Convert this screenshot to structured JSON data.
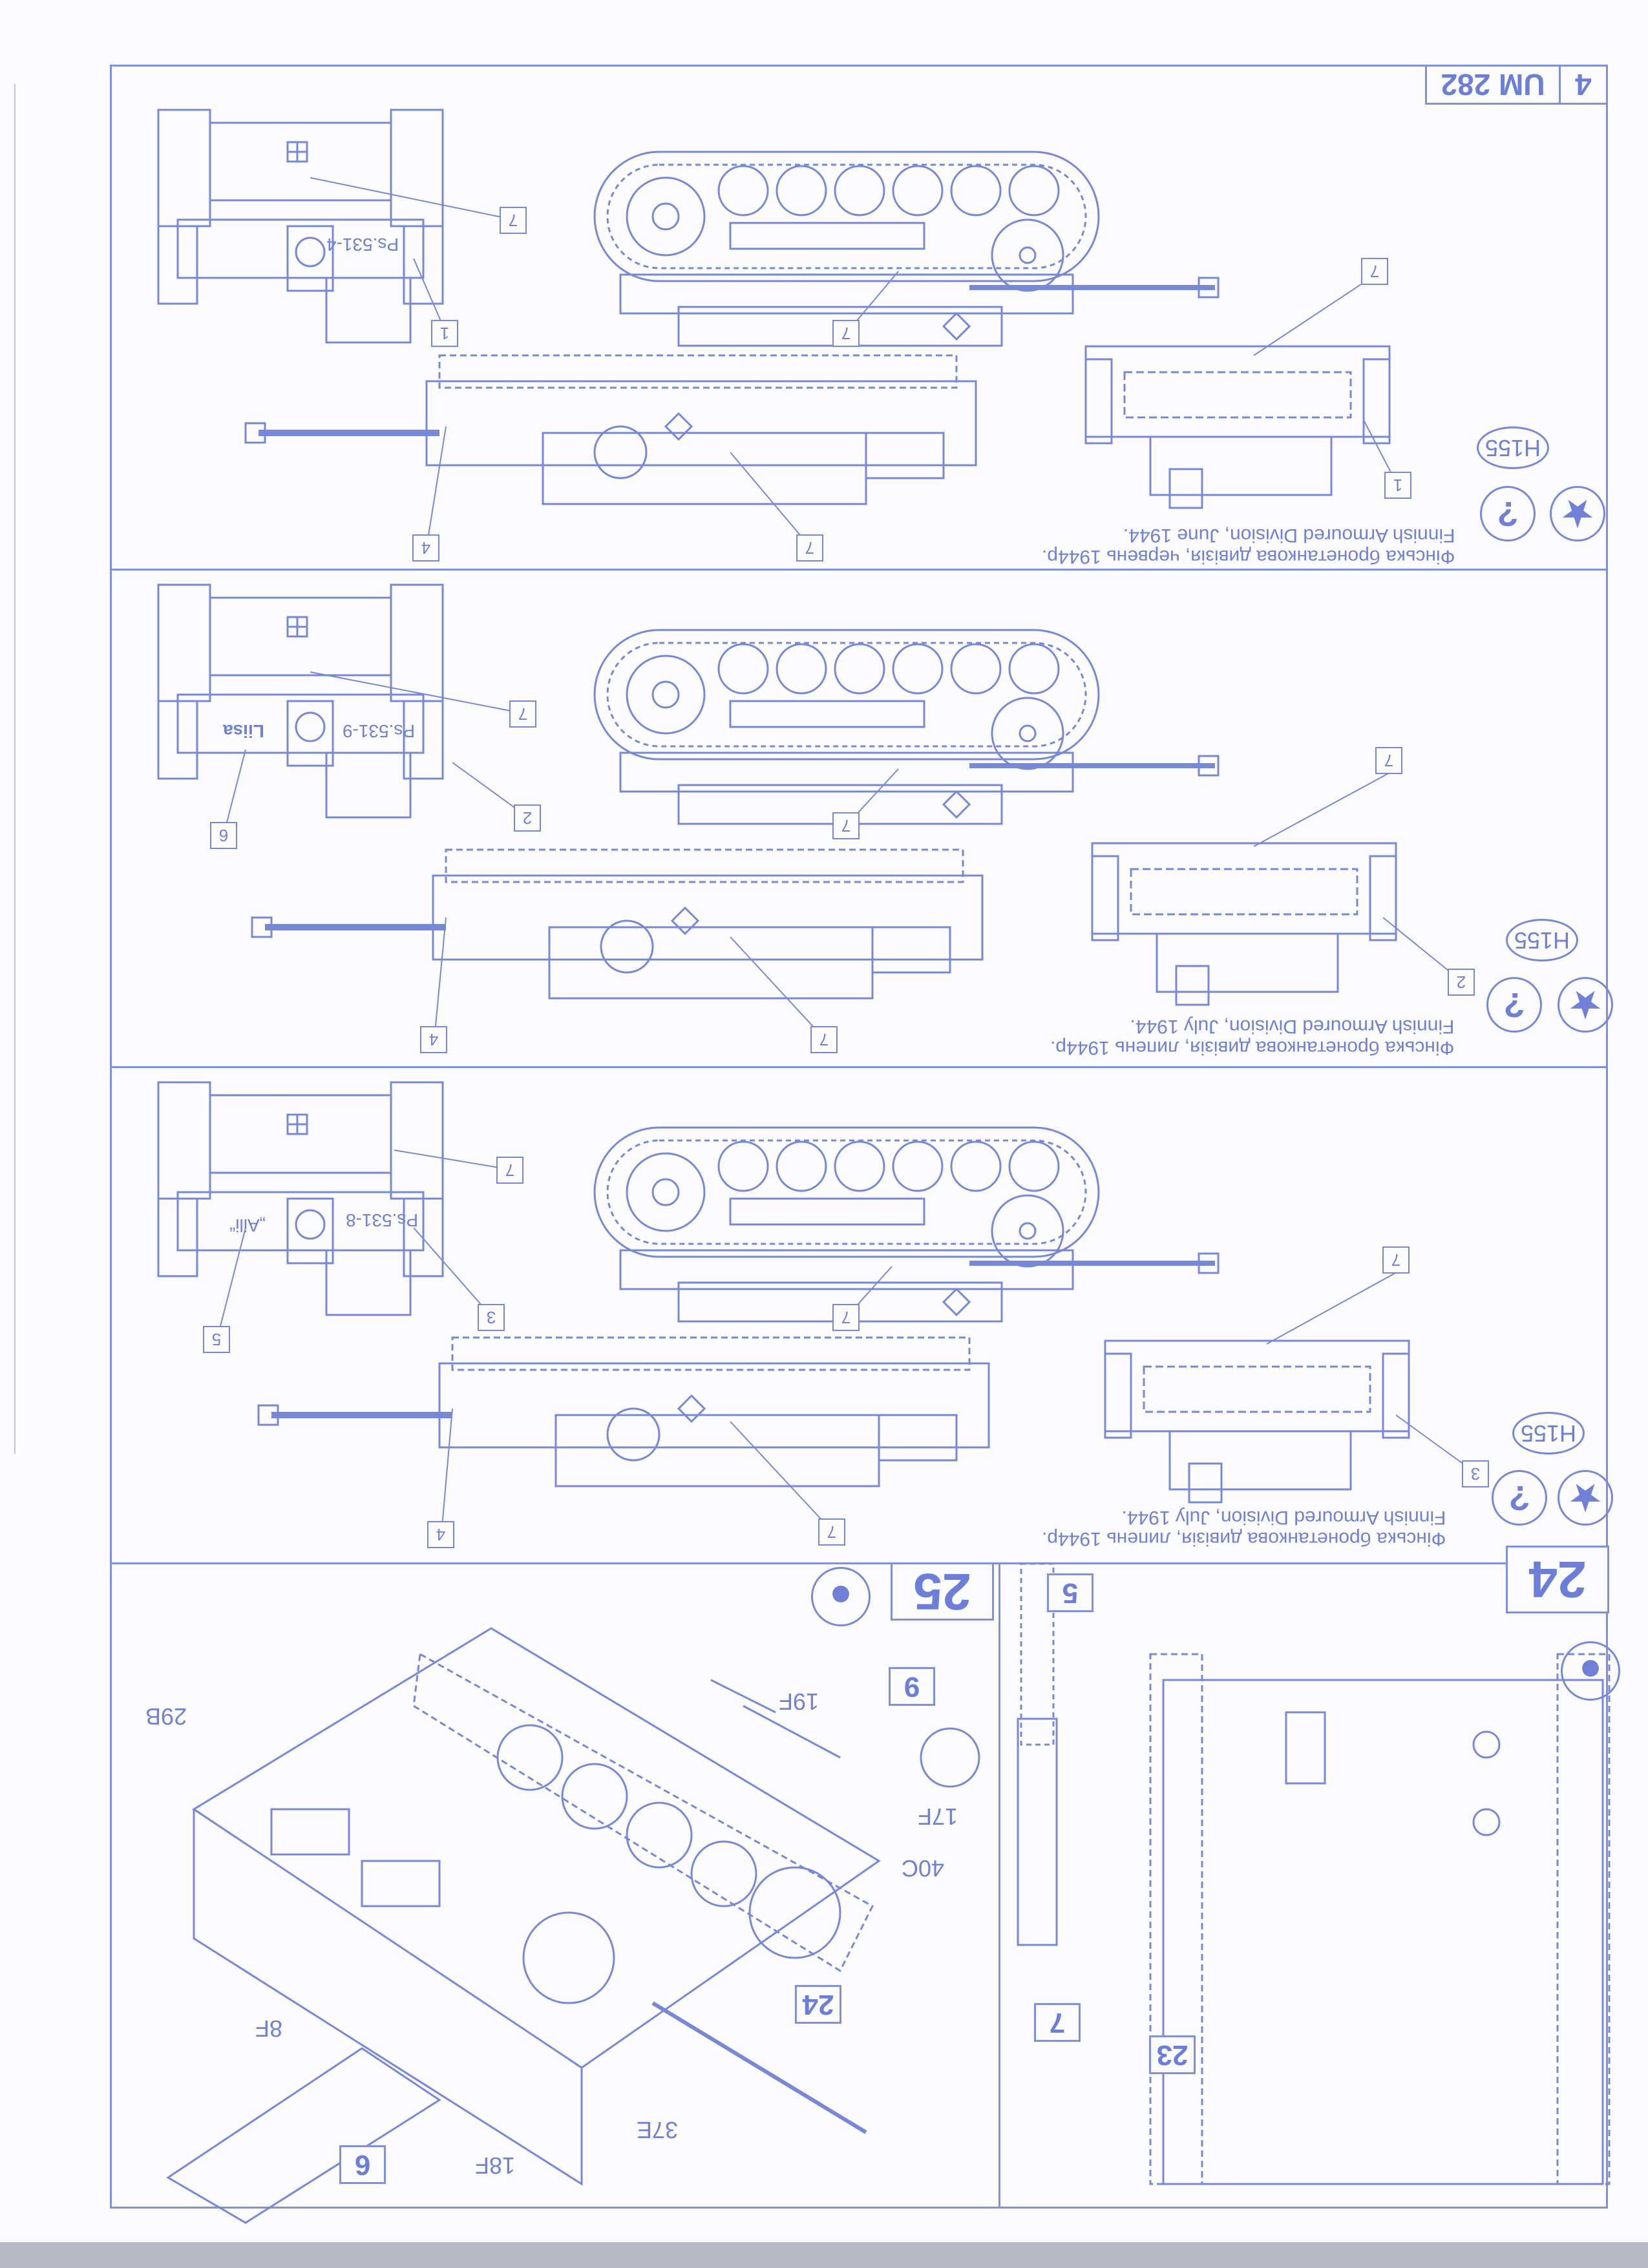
{
  "header": {
    "code": "UM 282",
    "page": "4"
  },
  "schemes": [
    {
      "caption_ua": "Фінська бронетанкова дивізія, червень 1944р.",
      "caption_en": "Finnish Armoured Division, June 1944.",
      "paint_code": "H155",
      "icons": [
        "hook-glue-icon",
        "star-flag-icon"
      ],
      "callouts": [
        "7",
        "1",
        "7",
        "4",
        "7",
        "7",
        "1"
      ],
      "markings": {
        "plate": "Ps.531-4",
        "name": ""
      }
    },
    {
      "caption_ua": "Фінська бронетанкова дивізія, липень 1944р.",
      "caption_en": "Finnish Armoured Division, July 1944.",
      "paint_code": "H155",
      "icons": [
        "hook-glue-icon",
        "star-flag-icon"
      ],
      "callouts": [
        "7",
        "2",
        "6",
        "7",
        "4",
        "7",
        "7",
        "2"
      ],
      "markings": {
        "plate": "Ps.531-9",
        "name": "Liisa"
      }
    },
    {
      "caption_ua": "Фінська бронетанкова дивізія, липень 1944р.",
      "caption_en": "Finnish Armoured Division, July 1944.",
      "paint_code": "H155",
      "icons": [
        "hook-glue-icon",
        "star-flag-icon"
      ],
      "callouts": [
        "7",
        "3",
        "5",
        "7",
        "4",
        "7",
        "7",
        "3"
      ],
      "markings": {
        "plate": "Ps.531-8",
        "name": "„Aili“"
      }
    }
  ],
  "steps": {
    "step24": {
      "number": "24",
      "substeps": [
        "23",
        "7",
        "5"
      ]
    },
    "step25": {
      "number": "25",
      "subassembly": "24",
      "counts": [
        "9",
        "6"
      ],
      "parts": [
        "19F",
        "17F",
        "40C",
        "29B",
        "8F",
        "37E",
        "18F"
      ]
    }
  },
  "colors": {
    "ink": "#6f80d6",
    "paper": "#fcfcff"
  }
}
